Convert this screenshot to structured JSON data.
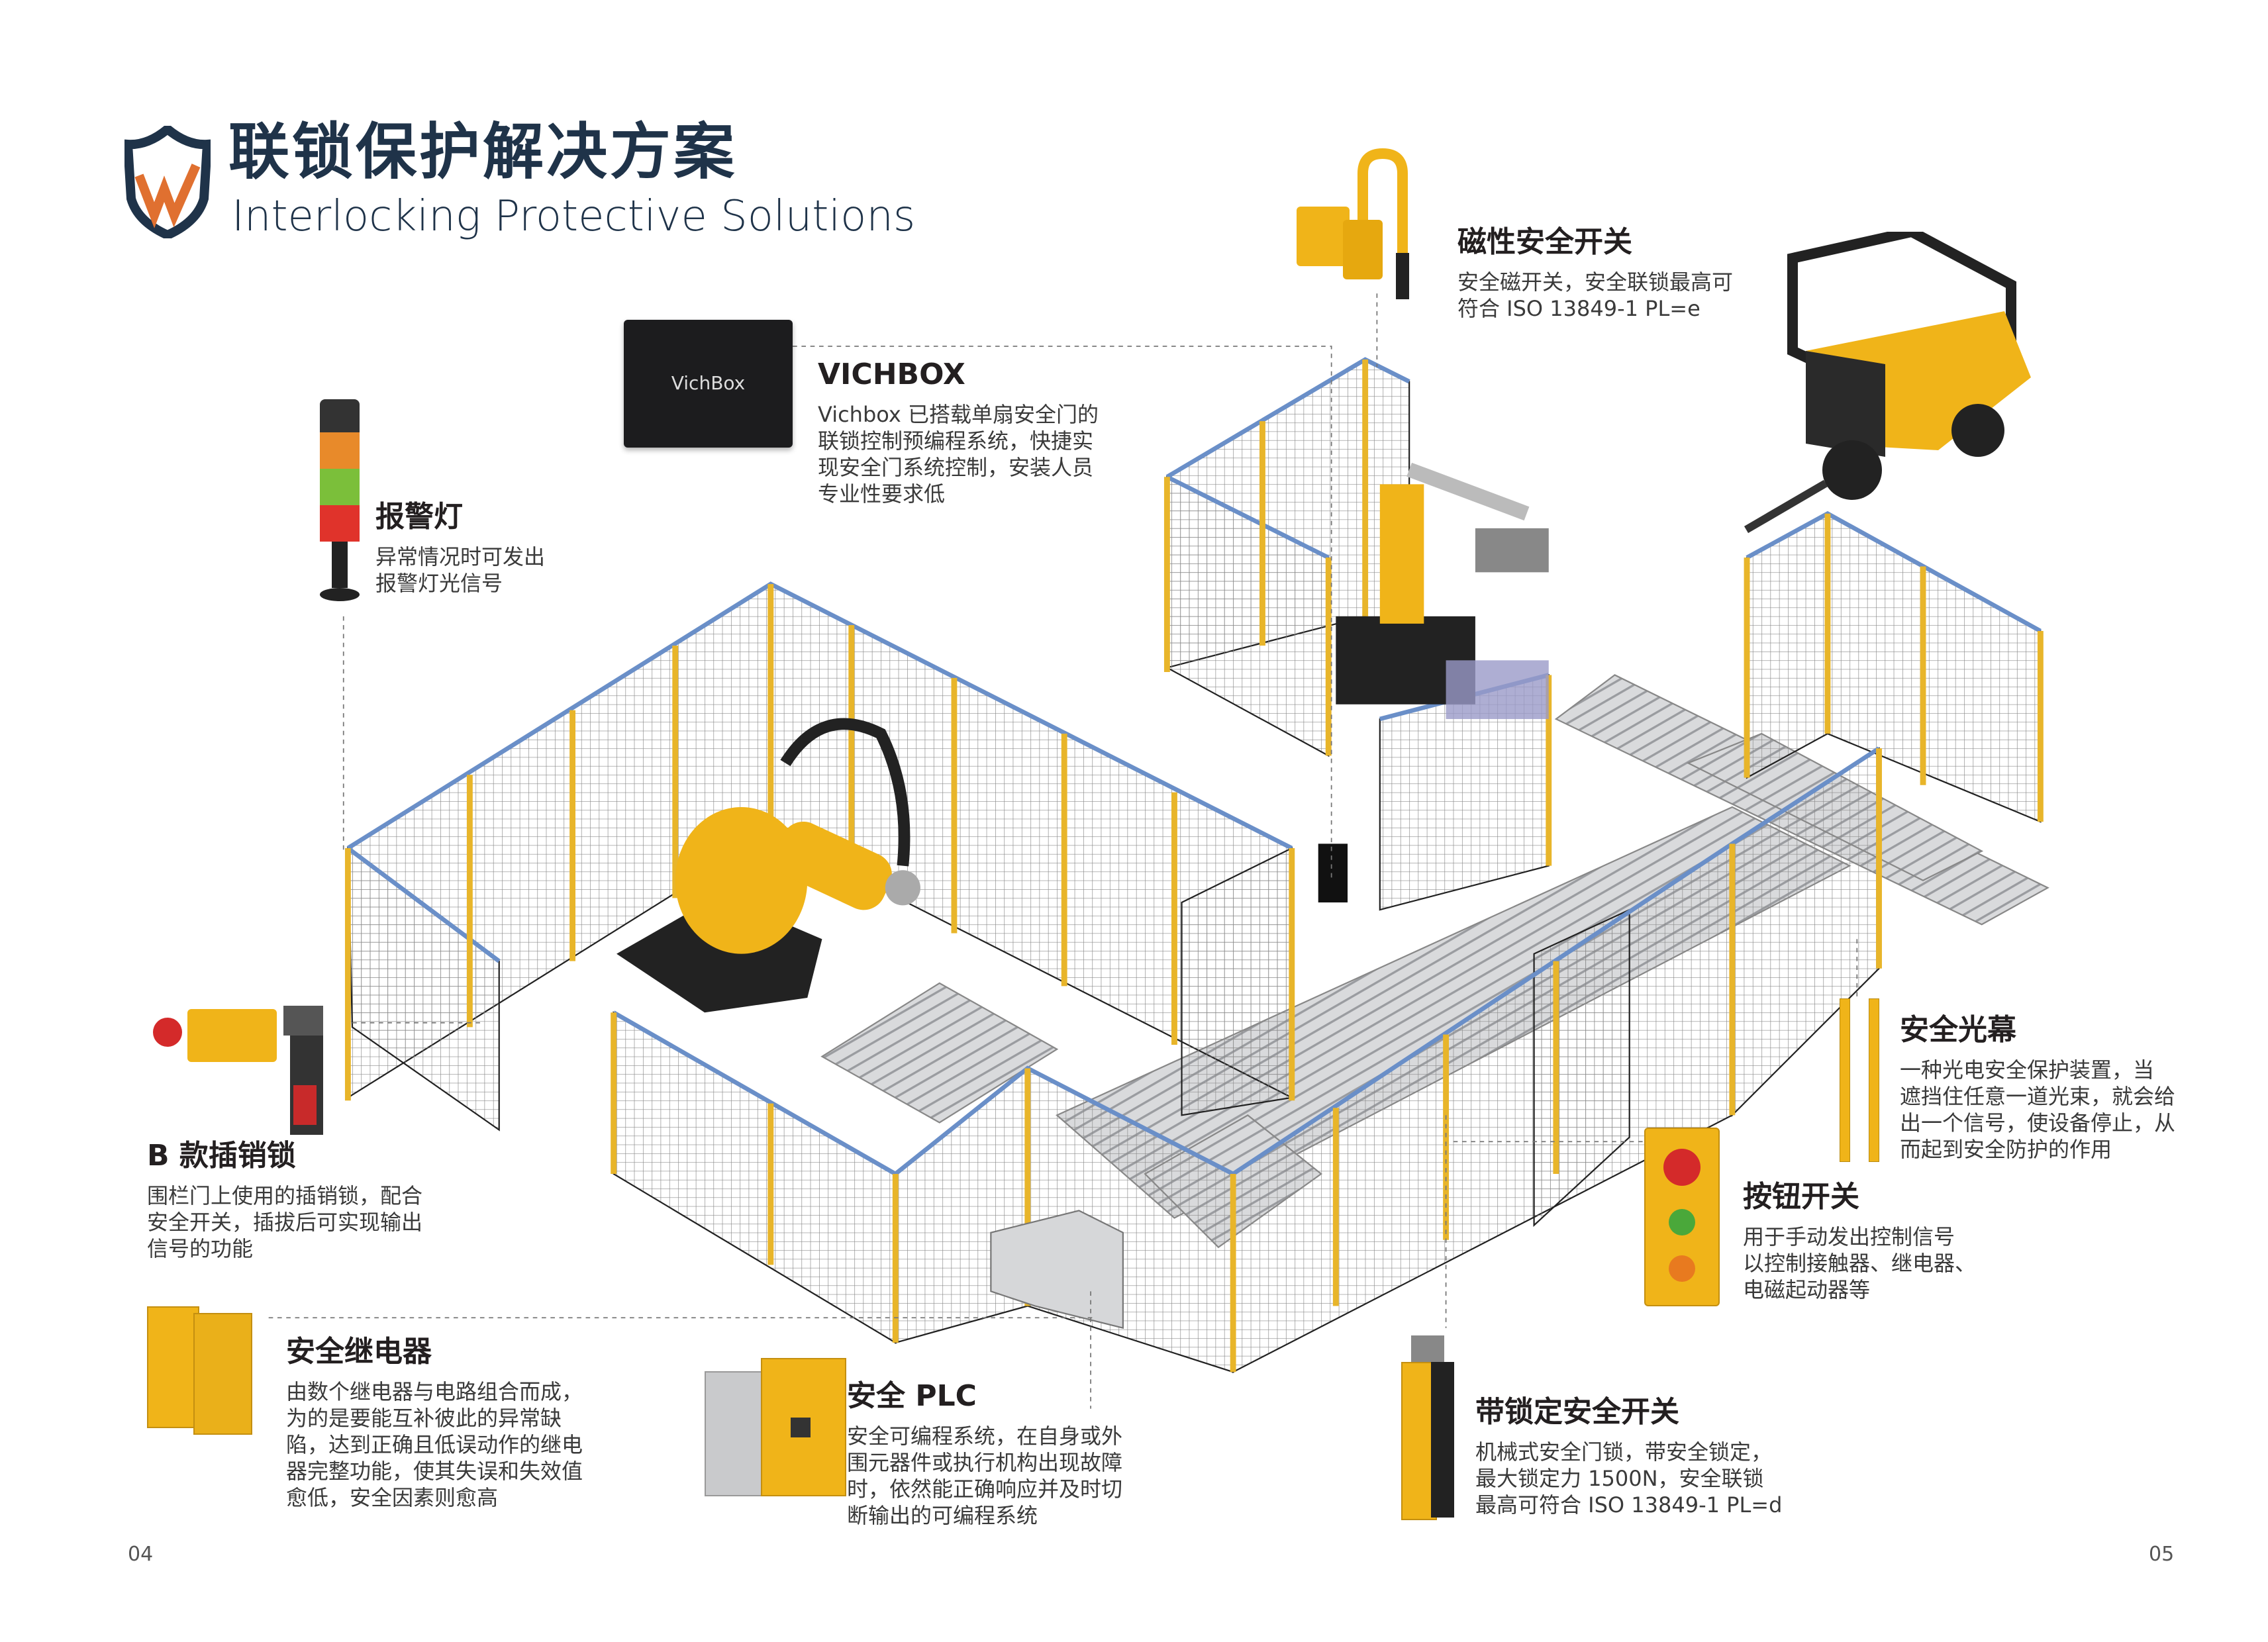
{
  "header": {
    "title_cn": "联锁保护解决方案",
    "title_en": "Interlocking Protective Solutions"
  },
  "products": {
    "vichbox": {
      "device_label": "VichBox",
      "title": "VICHBOX",
      "lines": [
        "Vichbox 已搭载单扇安全门的",
        "联锁控制预编程系统，快捷实",
        "现安全门系统控制，安装人员",
        "专业性要求低"
      ]
    },
    "magnetic_switch": {
      "title": "磁性安全开关",
      "lines": [
        "安全磁开关，安全联锁最高可",
        "符合 ISO 13849-1 PL=e"
      ]
    },
    "alarm_light": {
      "title": "报警灯",
      "lines": [
        "异常情况时可发出",
        "报警灯光信号"
      ]
    },
    "bolt_lock": {
      "title": "B 款插销锁",
      "lines": [
        "围栏门上使用的插销锁，配合",
        "安全开关，插拔后可实现输出",
        "信号的功能"
      ]
    },
    "safety_relay": {
      "title": "安全继电器",
      "lines": [
        "由数个继电器与电路组合而成，",
        "为的是要能互补彼此的异常缺",
        "陷，达到正确且低误动作的继电",
        "器完整功能，使其失误和失效值",
        "愈低，安全因素则愈高"
      ]
    },
    "safety_plc": {
      "title": "安全 PLC",
      "lines": [
        "安全可编程系统，在自身或外",
        "围元器件或执行机构出现故障",
        "时，依然能正确响应并及时切",
        "断输出的可编程系统"
      ]
    },
    "light_curtain": {
      "title": "安全光幕",
      "lines": [
        "一种光电安全保护装置，当",
        "遮挡住任意一道光束，就会给",
        "出一个信号，使设备停止，从",
        "而起到安全防护的作用"
      ]
    },
    "push_button": {
      "title": "按钮开关",
      "lines": [
        "用于手动发出控制信号",
        "以控制接触器、继电器、",
        "电磁起动器等"
      ]
    },
    "locking_switch": {
      "title": "带锁定安全开关",
      "lines": [
        "机械式安全门锁，带安全锁定，",
        "最大锁定力 1500N，安全联锁",
        "最高可符合 ISO 13849-1 PL=d"
      ]
    }
  },
  "footer": {
    "page_left": "04",
    "page_right": "05"
  },
  "colors": {
    "brand_navy": "#1f3349",
    "brand_orange": "#e07030",
    "fence_yellow": "#e8b52a",
    "rail_blue": "#6a8fc8"
  }
}
